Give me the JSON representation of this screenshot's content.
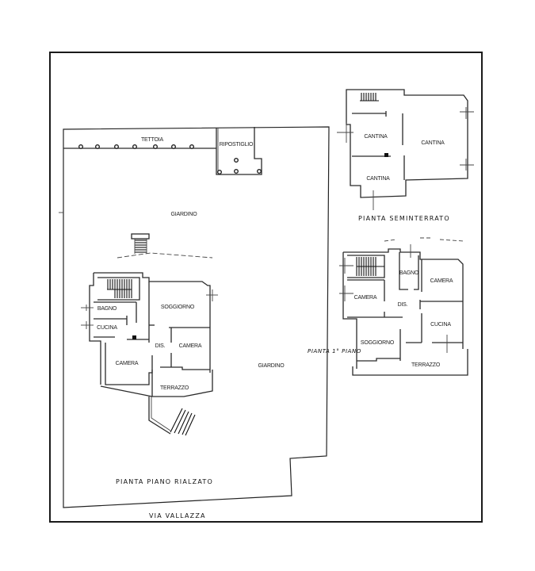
{
  "drawing": {
    "street_label": "VIA VALLAZZA",
    "ground_floor": {
      "title": "PIANTA PIANO RIALZATO",
      "rooms": {
        "canopy": "TETTOIA",
        "storage": "RIPOSTIGLIO",
        "garden_top": "GIARDINO",
        "garden_right": "GIARDINO",
        "bathroom": "BAGNO",
        "kitchen": "CUCINA",
        "living": "SOGGIORNO",
        "hall": "DIS.",
        "bedroom_right": "CAMERA",
        "bedroom_left": "CAMERA",
        "terrace": "TERRAZZO"
      }
    },
    "basement": {
      "title": "PIANTA SEMINTERRATO",
      "rooms": {
        "cellar_left": "CANTINA",
        "cellar_right": "CANTINA",
        "cellar_bottom": "CANTINA"
      }
    },
    "first_floor": {
      "title": "PIANTA 1° PIANO",
      "rooms": {
        "bathroom": "BAGNO",
        "bedroom_right": "CAMERA",
        "bedroom_left": "CAMERA",
        "hall": "DIS.",
        "kitchen": "CUCINA",
        "living": "SOGGIORNO",
        "terrace": "TERRAZZO"
      }
    },
    "colors": {
      "line": "#222222",
      "background": "#ffffff"
    }
  }
}
